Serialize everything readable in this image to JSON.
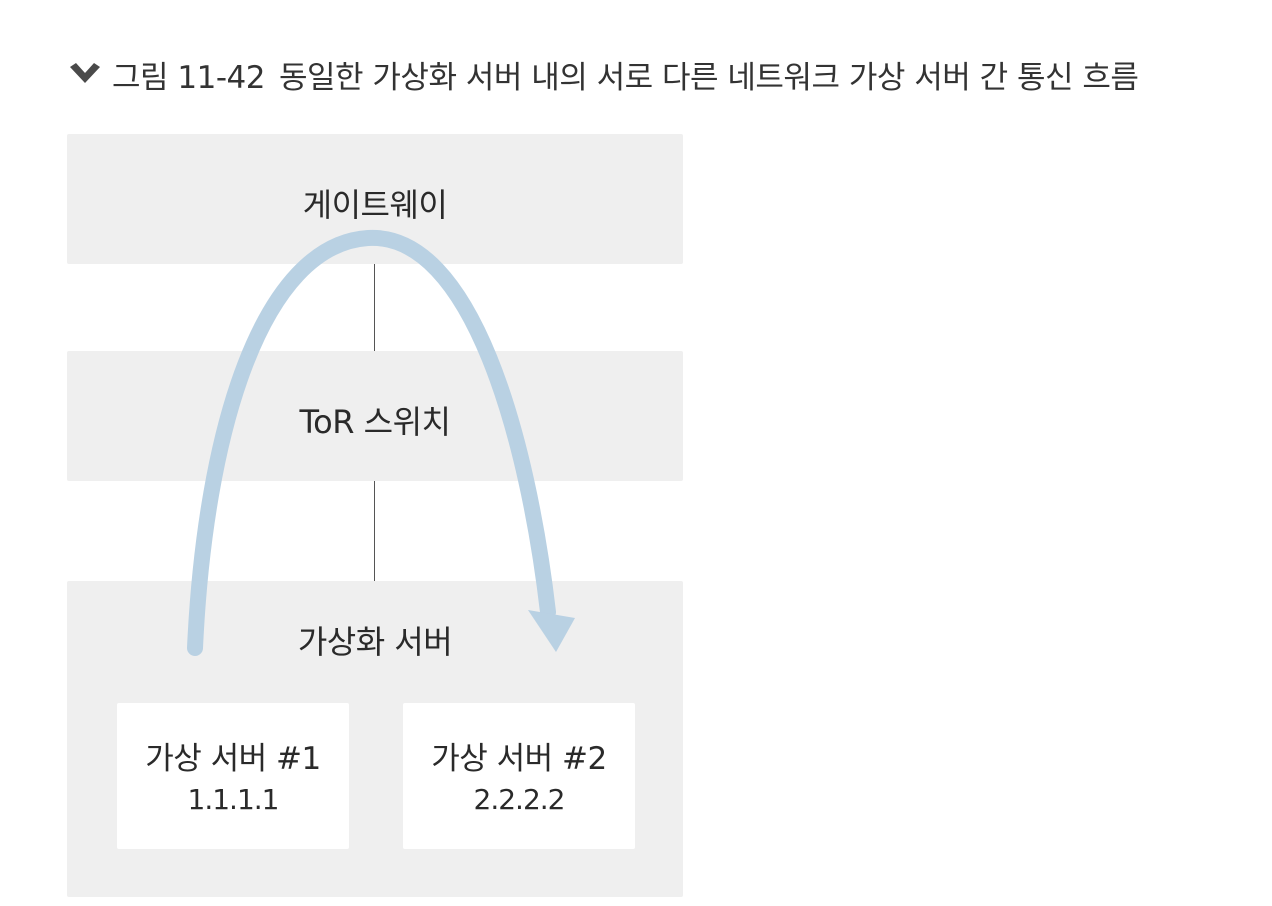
{
  "caption": {
    "label": "그림 11-42",
    "text": "동일한 가상화 서버 내의 서로 다른 네트워크 가상 서버 간 통신 흐름",
    "marker_icon": "chevron-down-icon"
  },
  "diagram": {
    "gateway": {
      "label": "게이트웨이"
    },
    "tor_switch": {
      "label": "ToR 스위치"
    },
    "virtualization_server": {
      "label": "가상화 서버",
      "vms": [
        {
          "name": "가상 서버 #1",
          "ip": "1.1.1.1"
        },
        {
          "name": "가상 서버 #2",
          "ip": "2.2.2.2"
        }
      ]
    },
    "flow": {
      "from": "가상 서버 #1",
      "via": "게이트웨이",
      "to": "가상 서버 #2"
    }
  },
  "colors": {
    "box_fill": "#efefef",
    "vm_fill": "#ffffff",
    "flow_arrow": "#b9d1e3",
    "link_line": "#555555",
    "marker": "#4a4a4a"
  }
}
